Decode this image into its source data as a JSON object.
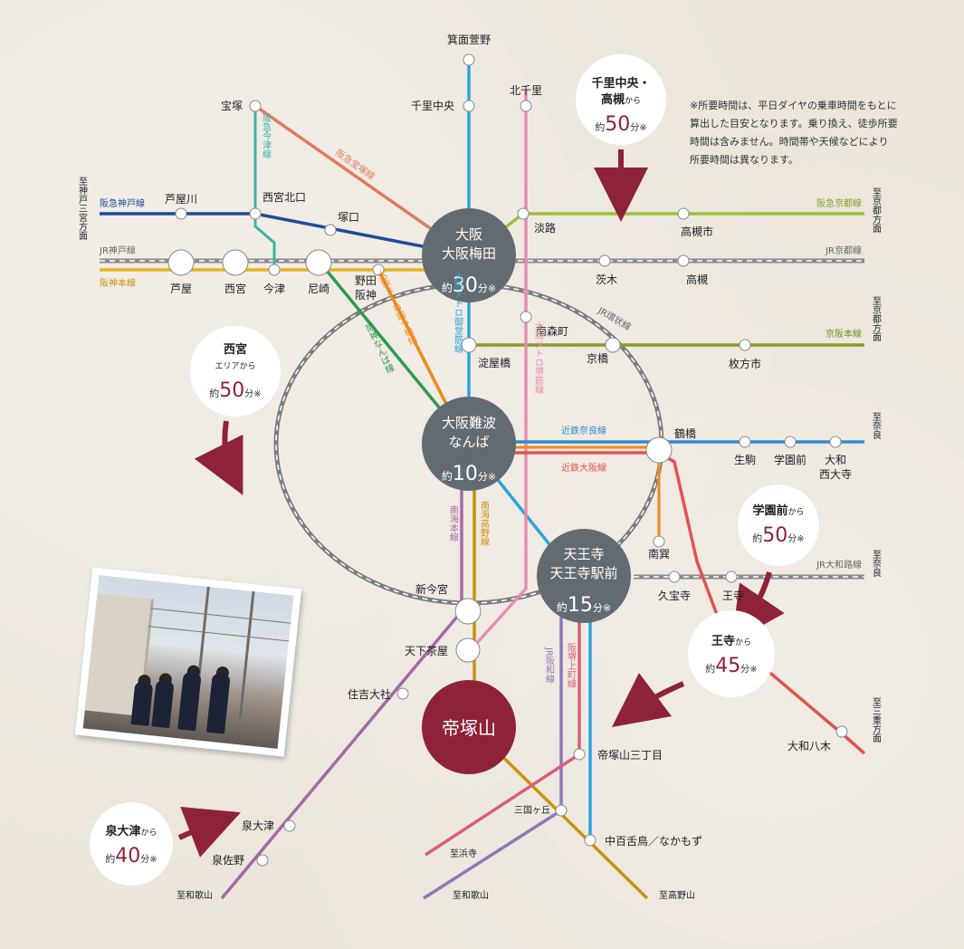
{
  "colors": {
    "hankyu_kobe": "#1f4b99",
    "hanshin": "#e6b422",
    "jr": "#9a9a9a",
    "midosuji": "#2ea3dc",
    "sakaisuji": "#e58fb0",
    "hankyu_kyoto": "#9ac23c",
    "keihan": "#8a9a2a",
    "kintetsu_nara": "#2e8ad1",
    "kintetsu_osaka": "#e05353",
    "nankai": "#a26aa5",
    "koya": "#c9920f",
    "hanwa": "#8d79b6",
    "hankyu_imazu": "#3cb3a5",
    "hanshin_namba": "#2d9a4f",
    "yotsubashi": "#ed8a1e",
    "takarazuka": "#e07a5f",
    "hankai": "#d6607c",
    "hub": "#636b72",
    "teizukayama": "#8e2239",
    "accent": "#8e2239"
  },
  "hubs": {
    "umeda": {
      "l1": "大阪",
      "l2": "大阪梅田",
      "pre": "約",
      "num": "30",
      "post": "分※"
    },
    "namba": {
      "l1": "大阪難波",
      "l2": "なんば",
      "pre": "約",
      "num": "10",
      "post": "分※"
    },
    "tennoji": {
      "l1": "天王寺",
      "l2": "天王寺駅前",
      "pre": "約",
      "num": "15",
      "post": "分※"
    },
    "teizukayama": {
      "label": "帝塚山"
    }
  },
  "callouts": {
    "senri": {
      "l1": "千里中央・",
      "l2a": "高槻",
      "l2b": "から",
      "pre": "約",
      "num": "50",
      "post": "分※"
    },
    "nishinomiya": {
      "l1": "西宮",
      "l2": "エリアから",
      "pre": "約",
      "num": "50",
      "post": "分※"
    },
    "gakuenmae": {
      "l1a": "学園前",
      "l1b": "から",
      "pre": "約",
      "num": "50",
      "post": "分※"
    },
    "oji": {
      "l1a": "王寺",
      "l1b": "から",
      "pre": "約",
      "num": "45",
      "post": "分※"
    },
    "izumiotsu": {
      "l1a": "泉大津",
      "l1b": "から",
      "pre": "約",
      "num": "40",
      "post": "分※"
    }
  },
  "note": "※所要時間は、平日ダイヤの乗車時間をもとに算出した目安となります。乗り換え、徒歩所要時間は含みません。時間帯や天候などにより所要時間は異なります。",
  "stations": {
    "minoh": "箕面萱野",
    "senrichuo": "千里中央",
    "kitasenri": "北千里",
    "takarazuka": "宝塚",
    "ashiyagawa": "芦屋川",
    "nishinomiyakitaguchi": "西宮北口",
    "tsukaguchi": "塚口",
    "ashiya": "芦屋",
    "nishinomiya": "西宮",
    "imazu": "今津",
    "amagasaki": "尼崎",
    "noda": "野田",
    "noda2": "阪神",
    "awaji": "淡路",
    "takatsukishi": "高槻市",
    "ibaraki": "茨木",
    "takatsuki": "高槻",
    "minamimorimachi": "南森町",
    "yodoyabashi": "淀屋橋",
    "kyobashi": "京橋",
    "hirakatashi": "枚方市",
    "tsuruhashi": "鶴橋",
    "ikoma": "生駒",
    "gakuenmae": "学園前",
    "yamato1": "大和",
    "yamato2": "西大寺",
    "minamitatsumi": "南巽",
    "kudara": "久宝寺",
    "oji": "王寺",
    "shinimamiya": "新今宮",
    "tengachaya": "天下茶屋",
    "sumiyoshitaisha": "住吉大社",
    "teizukayama3": "帝塚山三丁目",
    "mikunigaoka": "三国ヶ丘",
    "nakamozu": "中百舌鳥／なかもず",
    "yamatoyagi": "大和八木",
    "izumiotsu": "泉大津",
    "izumisano": "泉佐野"
  },
  "line_labels": {
    "hankyu_kobe": "阪急神戸線",
    "jr_kobe": "JR神戸線",
    "hanshin_main": "阪神本線",
    "hankyu_kyoto": "阪急京都線",
    "jr_kyoto": "JR京都線",
    "keihan": "京阪本線",
    "kintetsu_nara": "近鉄奈良線",
    "kintetsu_osaka": "近鉄大阪線",
    "jr_yamatoji": "JR大和路線",
    "takarazuka": "阪急宝塚線",
    "imazu": "阪急今津線",
    "hanshin_namba": "阪神なんば線",
    "yotsubashi": "大阪メトロ四つ橋線",
    "midosuji": "大阪メトロ御堂筋線",
    "sakaisuji": "大阪メトロ堺筋線",
    "loop": "JR環状線",
    "nankai_main": "南海本線",
    "nankai_koya": "南海高野線",
    "hanwa": "JR阪和線",
    "hankai": "阪堺上町線"
  },
  "destinations": {
    "kobe": "至神戸三宮方面",
    "kyoto1": "至京都方面",
    "kyoto2": "至京都方面",
    "nara1": "至奈良",
    "nara2": "至奈良",
    "mie": "至三重方面",
    "hamadera": "至浜寺",
    "wakayama1": "至和歌山",
    "wakayama2": "至和歌山",
    "koya": "至高野山"
  }
}
